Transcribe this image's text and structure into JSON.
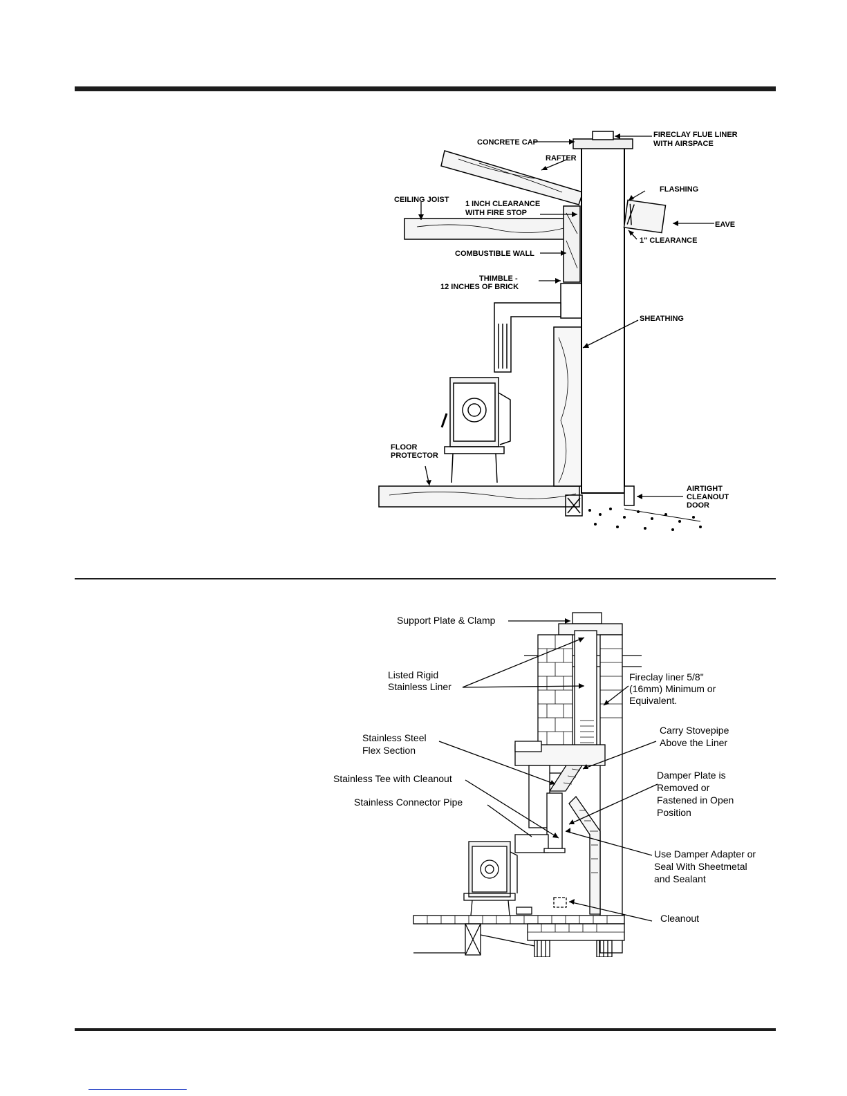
{
  "figure1": {
    "labels": {
      "concrete_cap": "CONCRETE CAP",
      "fireclay_line1": "FIRECLAY FLUE LINER",
      "fireclay_line2": "WITH AIRSPACE",
      "rafter": "RAFTER",
      "flashing": "FLASHING",
      "ceiling_joist": "CEILING JOIST",
      "clearance_line1": "1 INCH CLEARANCE",
      "clearance_line2": "WITH FIRE STOP",
      "eave": "EAVE",
      "one_inch_clearance": "1\" CLEARANCE",
      "combustible_wall": "COMBUSTIBLE WALL",
      "thimble_line1": "THIMBLE -",
      "thimble_line2": "12 INCHES OF BRICK",
      "sheathing": "SHEATHING",
      "floor_line1": "FLOOR",
      "floor_line2": "PROTECTOR",
      "airtight_line1": "AIRTIGHT",
      "airtight_line2": "CLEANOUT",
      "airtight_line3": "DOOR"
    }
  },
  "figure2": {
    "labels": {
      "support_plate": "Support Plate & Clamp",
      "listed_line1": "Listed Rigid",
      "listed_line2": "Stainless Liner",
      "fireclay_line1": "Fireclay liner 5/8\"",
      "fireclay_line2": "(16mm) Minimum or",
      "fireclay_line3": "Equivalent.",
      "flex_line1": "Stainless Steel",
      "flex_line2": "Flex Section",
      "carry_line1": "Carry Stovepipe",
      "carry_line2": "Above the Liner",
      "tee": "Stainless Tee with Cleanout",
      "damper_line1": "Damper Plate is",
      "damper_line2": "Removed or",
      "damper_line3": "Fastened in Open",
      "damper_line4": "Position",
      "connector": "Stainless Connector Pipe",
      "adapter_line1": "Use Damper Adapter or",
      "adapter_line2": "Seal With Sheetmetal",
      "adapter_line3": "and Sealant",
      "cleanout": "Cleanout"
    }
  }
}
